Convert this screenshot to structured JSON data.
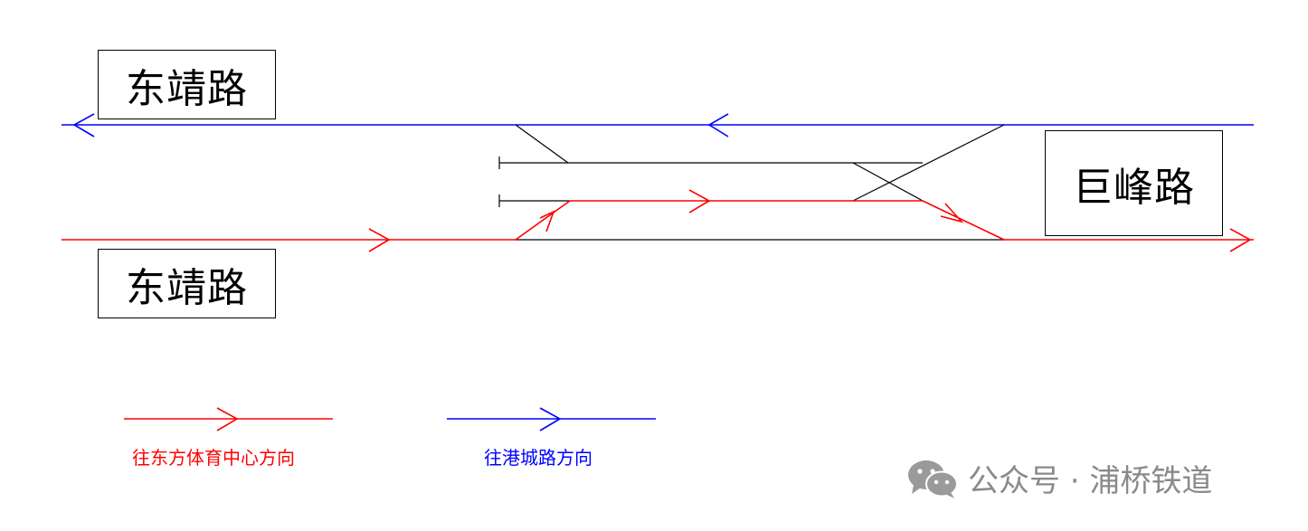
{
  "stations": {
    "top_left": "东靖路",
    "bottom_left": "东靖路",
    "right": "巨峰路"
  },
  "legend": {
    "red": {
      "label": "往东方体育中心方向",
      "color": "#ff0000"
    },
    "blue": {
      "label": "往港城路方向",
      "color": "#0000ff"
    }
  },
  "watermark": {
    "text": "公众号 · 浦桥铁道",
    "icon": "wechat-icon"
  },
  "colors": {
    "track": "#000000",
    "red_direction": "#ff0000",
    "blue_direction": "#0000ff"
  }
}
